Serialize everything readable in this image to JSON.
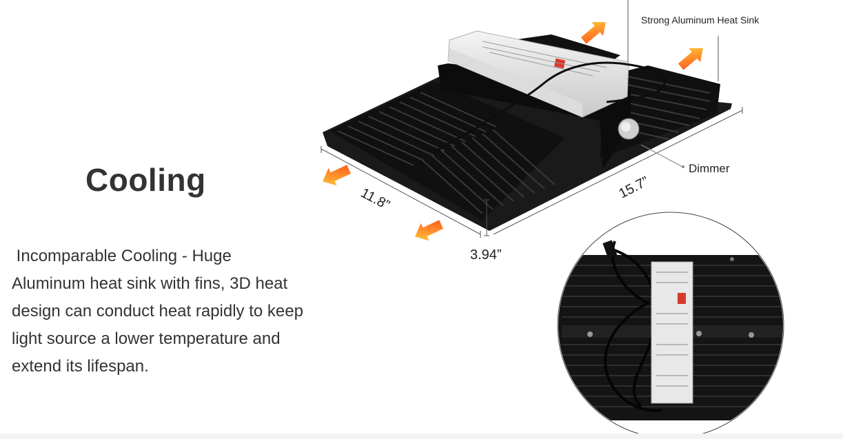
{
  "section": {
    "heading": "Cooling",
    "description": " Incomparable Cooling - Huge Aluminum heat sink with fins, 3D heat design can conduct heat rapidly to keep light source a lower temperature and extend its lifespan."
  },
  "diagram": {
    "callout_heat_sink": "Strong Aluminum Heat Sink",
    "callout_dimmer": "Dimmer",
    "dim_width": "11.8”",
    "dim_length": "15.7”",
    "dim_height": "3.94”"
  },
  "colors": {
    "heatsink": "#161616",
    "driver": "#e6e6e6",
    "arrow_start": "#ff5a1f",
    "arrow_end": "#ffd23a",
    "text": "#333333"
  }
}
